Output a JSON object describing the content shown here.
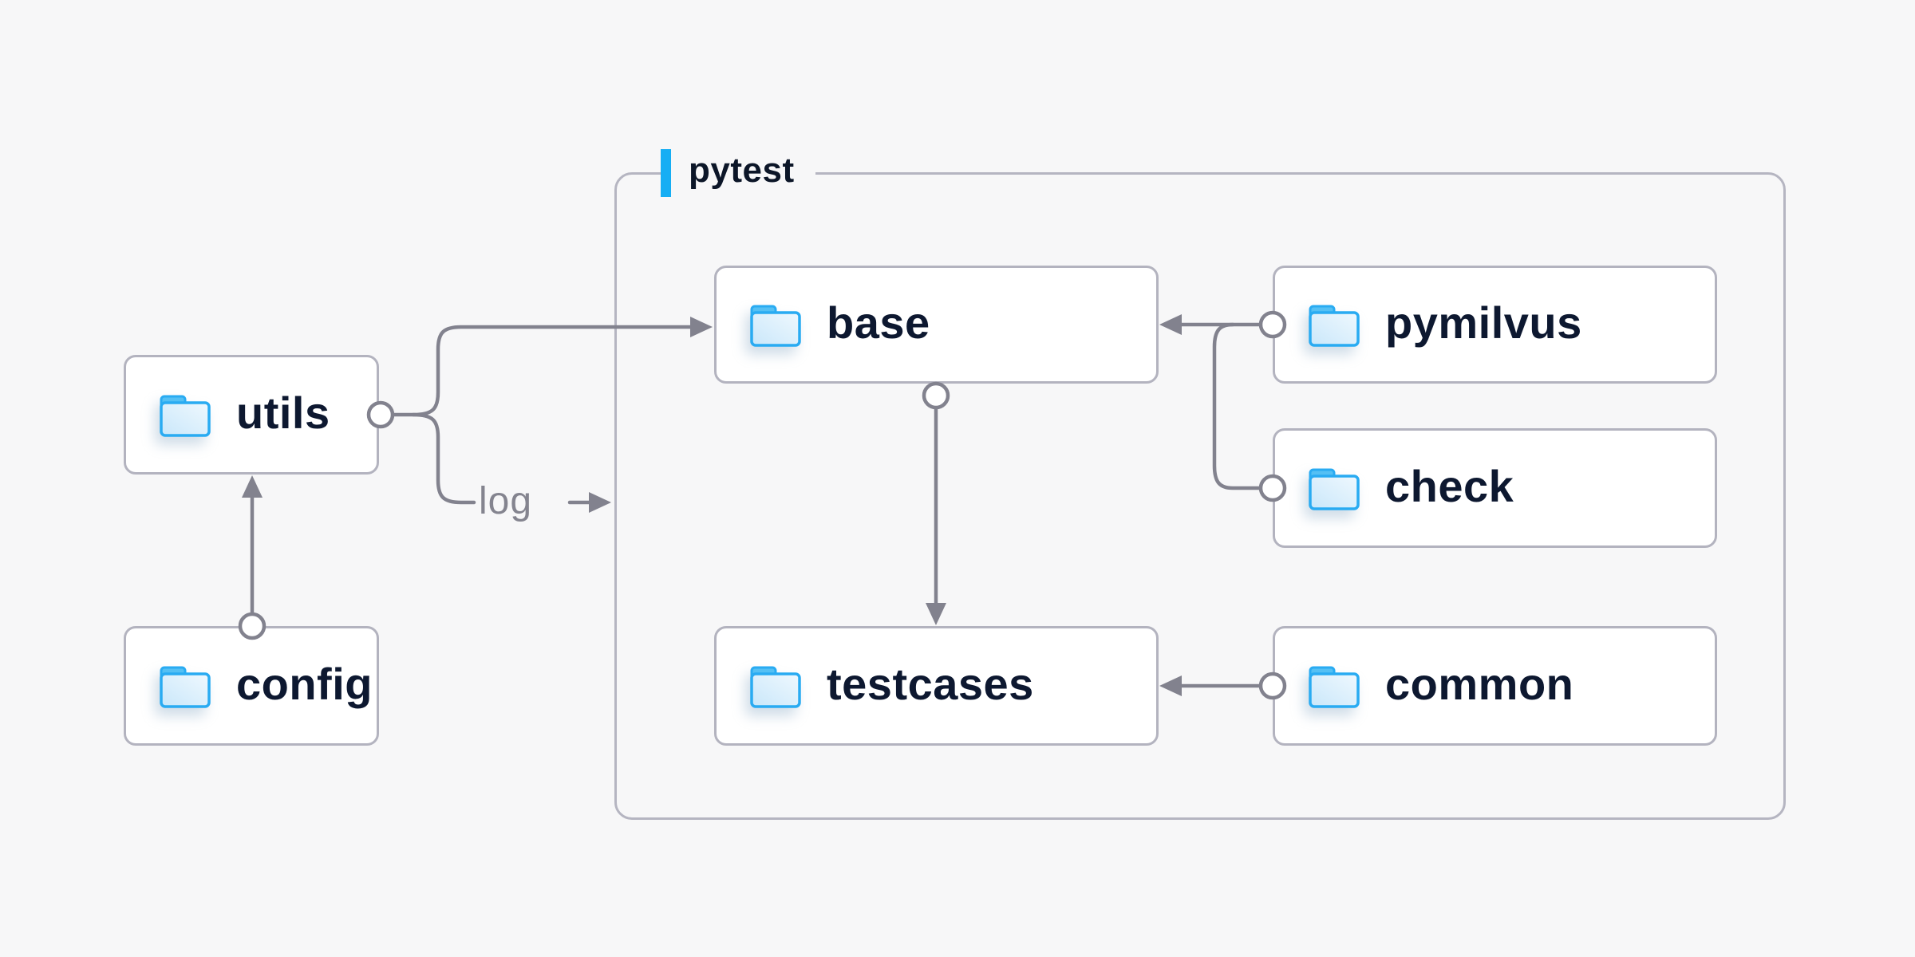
{
  "diagram": {
    "container": {
      "label": "pytest"
    },
    "nodes": {
      "utils": {
        "label": "utils"
      },
      "config": {
        "label": "config"
      },
      "base": {
        "label": "base"
      },
      "pymilvus": {
        "label": "pymilvus"
      },
      "check": {
        "label": "check"
      },
      "testcases": {
        "label": "testcases"
      },
      "common": {
        "label": "common"
      }
    },
    "edge_label": "log",
    "edges": [
      {
        "from": "config",
        "to": "utils"
      },
      {
        "from": "utils",
        "to": "base"
      },
      {
        "from": "utils",
        "to": "pytest",
        "label": "log"
      },
      {
        "from": "pymilvus",
        "to": "base"
      },
      {
        "from": "check",
        "to": "base"
      },
      {
        "from": "base",
        "to": "testcases"
      },
      {
        "from": "common",
        "to": "testcases"
      }
    ],
    "colors": {
      "background": "#f7f7f8",
      "accent_blue": "#16aef4",
      "folder_stroke": "#29abf2",
      "folder_tab": "#54c0f4",
      "text_dark": "#0d1830",
      "wire_gray": "#82828e",
      "border_gray": "#b3b3bf"
    }
  }
}
